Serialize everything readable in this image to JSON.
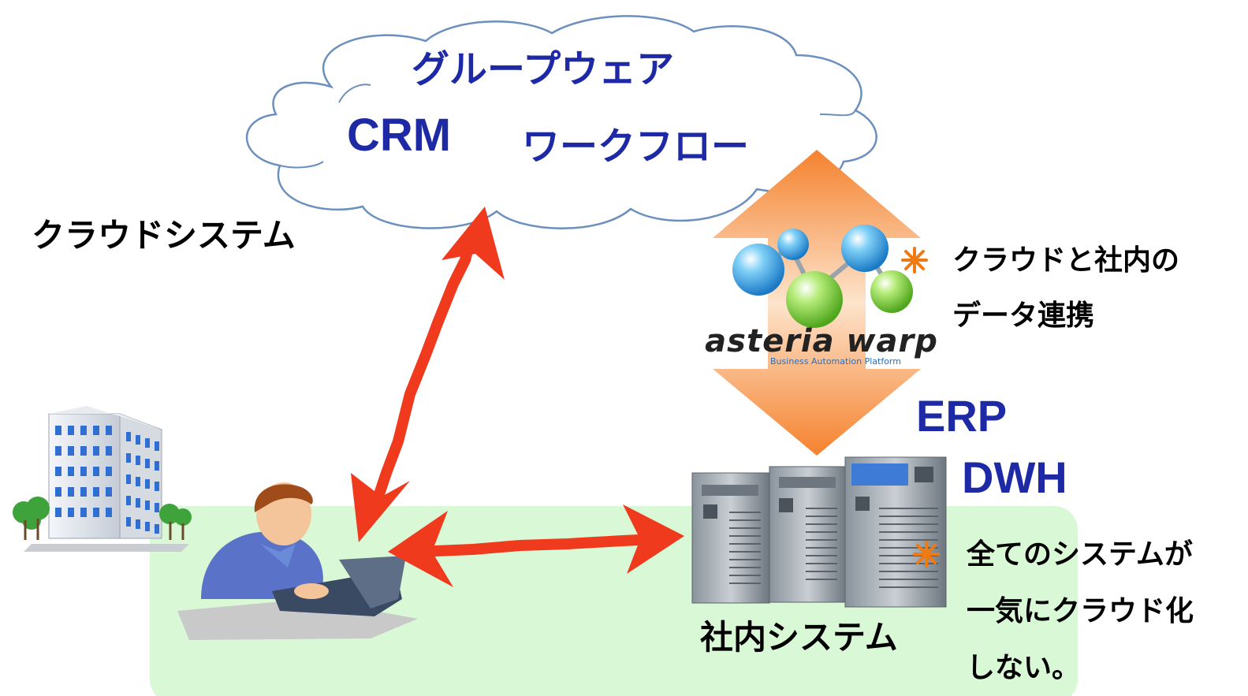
{
  "cloud": {
    "items": [
      "グループウェア",
      "CRM",
      "ワークフロー"
    ]
  },
  "labels": {
    "cloud_system": "クラウドシステム",
    "internal_system": "社内システム",
    "erp": "ERP",
    "dwh": "DWH"
  },
  "logo": {
    "name": "asteria warp",
    "tagline": "Business Automation Platform"
  },
  "notes": {
    "note1": [
      "クラウドと社内の",
      "データ連携"
    ],
    "note2": [
      "全てのシステムが",
      "一気にクラウド化",
      "しない。"
    ]
  },
  "colors": {
    "blue_text": "#1e2aa5",
    "arrow_red": "#f03a1e",
    "arrow_orange": "#f7a15c",
    "ground_green": "#d9f8d6",
    "cloud_outline": "#6b8fbf",
    "star_orange": "#f07a12"
  },
  "icons": [
    "cloud-icon",
    "office-building-icon",
    "person-with-laptop-icon",
    "server-rack-icon",
    "molecule-logo-icon",
    "star-bullet-icon"
  ]
}
